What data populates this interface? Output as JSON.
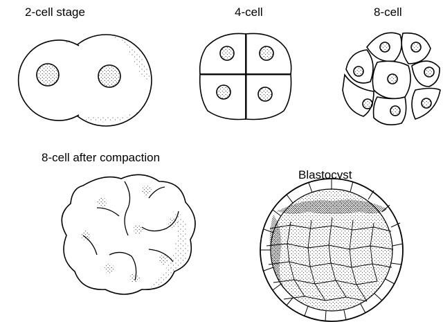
{
  "labels": {
    "two_cell": "2-cell stage",
    "four_cell": "4-cell",
    "eight_cell": "8-cell",
    "compacted": "8-cell after compaction",
    "blastocyst": "Blastocyst"
  },
  "colors": {
    "ink": "#000000",
    "background": "#ffffff"
  }
}
